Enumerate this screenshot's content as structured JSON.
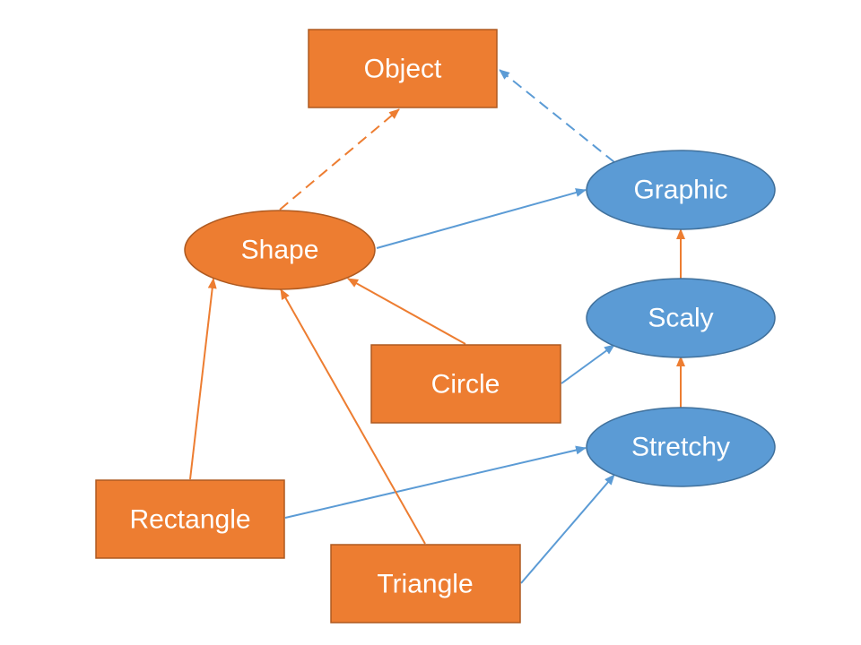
{
  "colors": {
    "orange": "#ED7D31",
    "orange_border": "#AE5A21",
    "blue": "#5B9BD5",
    "blue_border": "#41719C",
    "label": "#ffffff"
  },
  "nodes": {
    "object": {
      "label": "Object",
      "shape": "rectangle",
      "color": "orange"
    },
    "shape": {
      "label": "Shape",
      "shape": "ellipse",
      "color": "orange"
    },
    "graphic": {
      "label": "Graphic",
      "shape": "ellipse",
      "color": "blue"
    },
    "scaly": {
      "label": "Scaly",
      "shape": "ellipse",
      "color": "blue"
    },
    "stretchy": {
      "label": "Stretchy",
      "shape": "ellipse",
      "color": "blue"
    },
    "circle": {
      "label": "Circle",
      "shape": "rectangle",
      "color": "orange"
    },
    "rectangle": {
      "label": "Rectangle",
      "shape": "rectangle",
      "color": "orange"
    },
    "triangle": {
      "label": "Triangle",
      "shape": "rectangle",
      "color": "orange"
    }
  },
  "edges": [
    {
      "from": "Shape",
      "to": "Object",
      "style": "dashed",
      "color": "orange"
    },
    {
      "from": "Graphic",
      "to": "Object",
      "style": "dashed",
      "color": "blue"
    },
    {
      "from": "Shape",
      "to": "Graphic",
      "style": "solid",
      "color": "blue"
    },
    {
      "from": "Scaly",
      "to": "Graphic",
      "style": "solid",
      "color": "orange"
    },
    {
      "from": "Stretchy",
      "to": "Scaly",
      "style": "solid",
      "color": "orange"
    },
    {
      "from": "Circle",
      "to": "Shape",
      "style": "solid",
      "color": "orange"
    },
    {
      "from": "Circle",
      "to": "Scaly",
      "style": "solid",
      "color": "blue"
    },
    {
      "from": "Rectangle",
      "to": "Shape",
      "style": "solid",
      "color": "orange"
    },
    {
      "from": "Rectangle",
      "to": "Stretchy",
      "style": "solid",
      "color": "blue"
    },
    {
      "from": "Triangle",
      "to": "Shape",
      "style": "solid",
      "color": "orange"
    },
    {
      "from": "Triangle",
      "to": "Stretchy",
      "style": "solid",
      "color": "blue"
    }
  ]
}
